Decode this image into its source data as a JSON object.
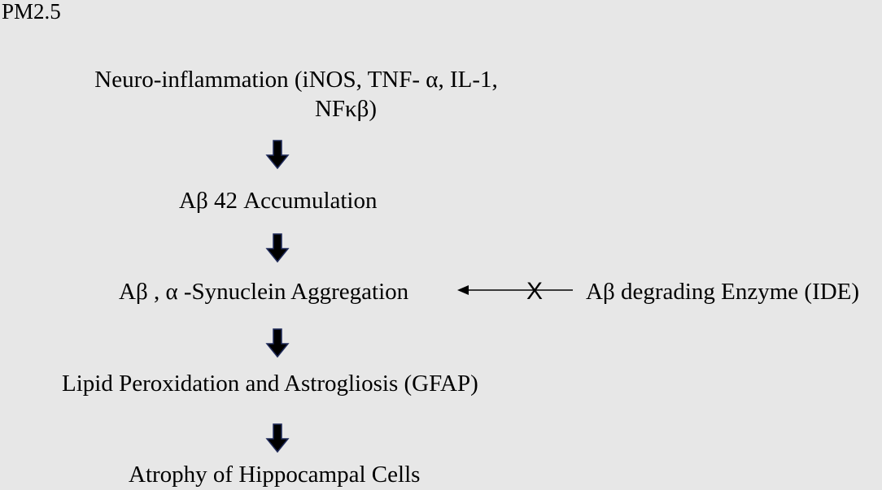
{
  "corner_label": "PM2.5",
  "nodes": {
    "inflammation_line1": "Neuro-inflammation (iNOS, TNF- α, IL-1,",
    "inflammation_line2": "NFκβ)",
    "accumulation": "Aβ 42 Accumulation",
    "aggregation": "Aβ , α -Synuclein Aggregation",
    "ide": "Aβ degrading Enzyme (IDE)",
    "peroxidation": "Lipid Peroxidation and Astrogliosis (GFAP)",
    "atrophy": "Atrophy of Hippocampal Cells"
  },
  "inhibition_mark": "X",
  "colors": {
    "background": "#e7e7e7",
    "arrow_fill": "#000000",
    "arrow_outline": "#1f2a5a"
  },
  "icons": [
    "down-arrow-icon",
    "left-arrow-icon"
  ]
}
